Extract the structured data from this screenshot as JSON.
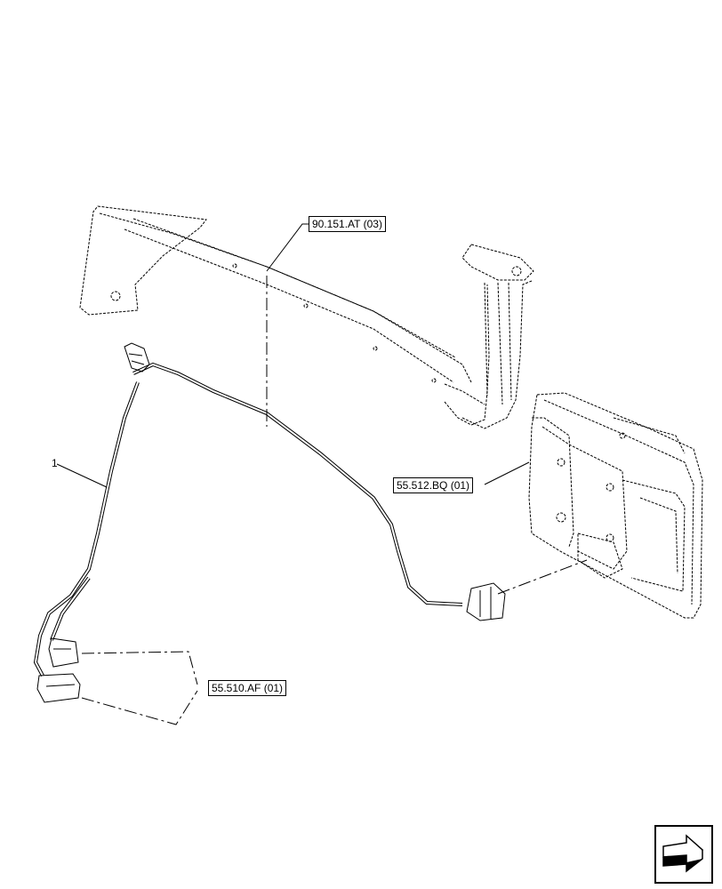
{
  "callouts": {
    "bracket_ref": "90.151.AT (03)",
    "display_ref": "55.512.BQ (01)",
    "connector_ref": "55.510.AF (01)"
  },
  "items": {
    "harness_number": "1"
  },
  "icons": {
    "nav": "next-page-arrow-icon"
  },
  "colors": {
    "line": "#000000",
    "background": "#ffffff"
  }
}
